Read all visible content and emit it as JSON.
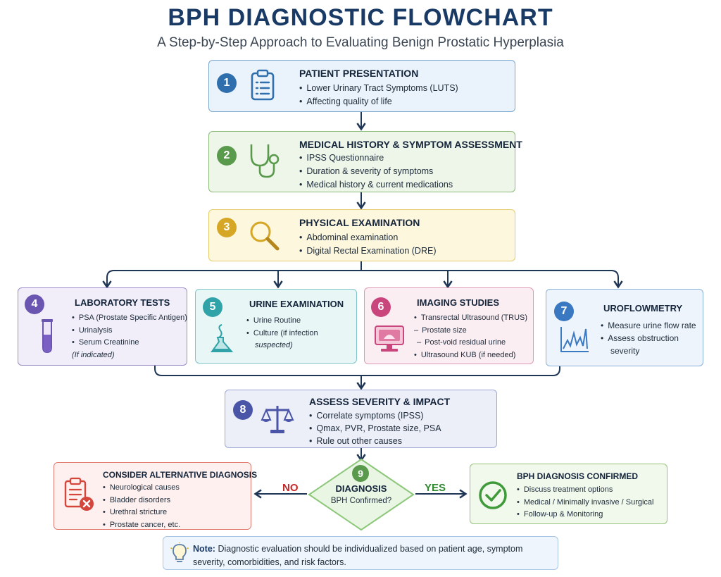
{
  "title": "BPH DIAGNOSTIC FLOWCHART",
  "subtitle": "A Step-by-Step Approach to Evaluating Benign Prostatic Hyperplasia",
  "steps": [
    {
      "number": "1",
      "title": "PATIENT PRESENTATION",
      "icon": "clipboard-icon",
      "color": "#2f6fad",
      "items": [
        "Lower Urinary Tract Symptoms (LUTS)",
        "Affecting quality of life"
      ]
    },
    {
      "number": "2",
      "title": "MEDICAL HISTORY & SYMPTOM ASSESSMENT",
      "icon": "stethoscope-icon",
      "color": "#5a9a4c",
      "items": [
        "IPSS Questionnaire",
        "Duration & severity of symptoms",
        "Medical history & current medications"
      ]
    },
    {
      "number": "3",
      "title": "PHYSICAL EXAMINATION",
      "icon": "magnifier-icon",
      "color": "#d6a625",
      "items": [
        "Abdominal examination",
        "Digital Rectal Examination (DRE)"
      ]
    },
    {
      "number": "4",
      "title": "LABORATORY TESTS",
      "icon": "test-tube-icon",
      "color": "#6a55b0",
      "items": [
        "PSA (Prostate Specific Antigen)",
        "Urinalysis",
        "Serum Creatinine",
        "(If indicated)"
      ]
    },
    {
      "number": "5",
      "title": "URINE EXAMINATION",
      "icon": "flask-icon",
      "color": "#2fa3a8",
      "items": [
        "Urine Routine",
        "Culture (if infection",
        "suspected)"
      ]
    },
    {
      "number": "6",
      "title": "IMAGING STUDIES",
      "icon": "ultrasound-monitor-icon",
      "color": "#c9467d",
      "items": [
        "Transrectal Ultrasound (TRUS)",
        "Prostate size",
        "Post-void residual urine",
        "Ultrasound KUB (if needed)"
      ]
    },
    {
      "number": "7",
      "title": "UROFLOWMETRY",
      "icon": "flow-chart-icon",
      "color": "#3a78c2",
      "items": [
        "Measure urine flow rate",
        "Assess obstruction",
        "severity"
      ]
    },
    {
      "number": "8",
      "title": "ASSESS SEVERITY & IMPACT",
      "icon": "scale-icon",
      "color": "#4a55a8",
      "items": [
        "Correlate symptoms (IPSS)",
        "Qmax, PVR, Prostate size, PSA",
        "Rule out other causes"
      ]
    }
  ],
  "decision": {
    "number": "9",
    "title": "DIAGNOSIS",
    "question": "BPH Confirmed?",
    "no_label": "NO",
    "yes_label": "YES"
  },
  "no_branch": {
    "title": "CONSIDER ALTERNATIVE DIAGNOSIS",
    "icon": "clipboard-cancel-icon",
    "items": [
      "Neurological causes",
      "Bladder disorders",
      "Urethral stricture",
      "Prostate cancer, etc."
    ]
  },
  "yes_branch": {
    "title": "BPH DIAGNOSIS CONFIRMED",
    "icon": "check-circle-icon",
    "items": [
      "Discuss treatment options",
      "Medical / Minimally invasive / Surgical",
      "Follow-up & Monitoring"
    ]
  },
  "note": {
    "label": "Note:",
    "text": "Diagnostic evaluation should be individualized based on patient age, symptom severity, comorbidities, and risk factors."
  },
  "colors": {
    "arrow": "#1f3556",
    "no": "#c62828",
    "yes": "#2e8b2e",
    "decision_fill": "#eaf6e4",
    "decision_border": "#8cc77a"
  }
}
